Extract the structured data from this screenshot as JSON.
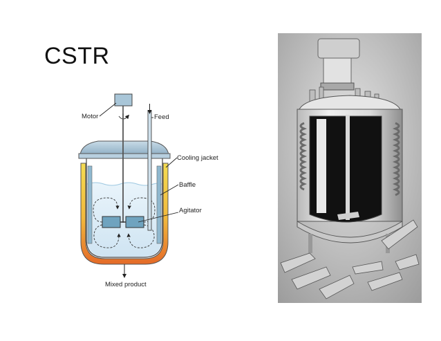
{
  "slide": {
    "title": "CSTR"
  },
  "diagram": {
    "labels": {
      "motor": "Motor",
      "feed": "Feed",
      "cooling_jacket": "Cooling jacket",
      "baffle": "Baffle",
      "agitator": "Agitator",
      "mixed_product": "Mixed product"
    },
    "colors": {
      "cooling_jacket_top": "#f2d64a",
      "cooling_jacket_bottom": "#e8702a",
      "liquid": "#d9ecf7",
      "lid": "#a9c6d8",
      "baffle": "#8fb8cf",
      "agitator_blade": "#6fa3bf"
    }
  },
  "photo": {
    "subject": "reactor-photo",
    "style": "grayscale"
  }
}
